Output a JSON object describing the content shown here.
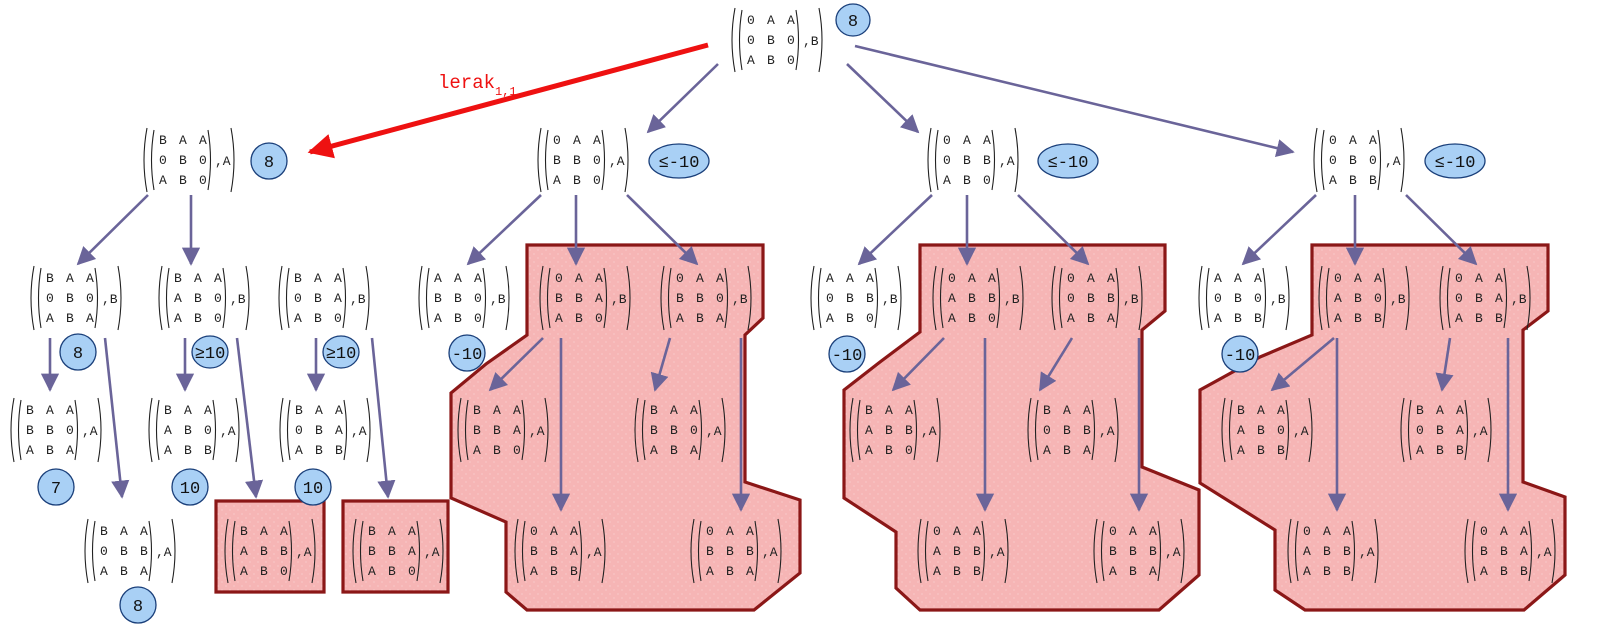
{
  "colors": {
    "edge": "#6a6499",
    "highlight_edge": "#ee1111",
    "badge_fill": "#a9d0f5",
    "badge_stroke": "#1a3f7a",
    "pruned_fill": "#f6b5b5",
    "pruned_stroke": "#8b1717",
    "text": "#222222"
  },
  "move_label": {
    "base": "lerak",
    "sub": "1,1"
  },
  "nodes": [
    {
      "id": "root",
      "grid": [
        [
          "0",
          "A",
          "A"
        ],
        [
          "0",
          "B",
          "0"
        ],
        [
          "A",
          "B",
          "0"
        ]
      ],
      "turn": "B",
      "value": "8"
    },
    {
      "id": "l1a",
      "grid": [
        [
          "B",
          "A",
          "A"
        ],
        [
          "0",
          "B",
          "0"
        ],
        [
          "A",
          "B",
          "0"
        ]
      ],
      "turn": "A",
      "value": "8"
    },
    {
      "id": "l1b",
      "grid": [
        [
          "0",
          "A",
          "A"
        ],
        [
          "B",
          "B",
          "0"
        ],
        [
          "A",
          "B",
          "0"
        ]
      ],
      "turn": "A",
      "value": "≤-10"
    },
    {
      "id": "l1c",
      "grid": [
        [
          "0",
          "A",
          "A"
        ],
        [
          "0",
          "B",
          "B"
        ],
        [
          "A",
          "B",
          "0"
        ]
      ],
      "turn": "A",
      "value": "≤-10"
    },
    {
      "id": "l1d",
      "grid": [
        [
          "0",
          "A",
          "A"
        ],
        [
          "0",
          "B",
          "0"
        ],
        [
          "A",
          "B",
          "B"
        ]
      ],
      "turn": "A",
      "value": "≤-10"
    },
    {
      "id": "l2a1",
      "grid": [
        [
          "B",
          "A",
          "A"
        ],
        [
          "0",
          "B",
          "0"
        ],
        [
          "A",
          "B",
          "A"
        ]
      ],
      "turn": "B",
      "value": "8"
    },
    {
      "id": "l2a2",
      "grid": [
        [
          "B",
          "A",
          "A"
        ],
        [
          "A",
          "B",
          "0"
        ],
        [
          "A",
          "B",
          "0"
        ]
      ],
      "turn": "B",
      "value": "≥10"
    },
    {
      "id": "l2a3",
      "grid": [
        [
          "B",
          "A",
          "A"
        ],
        [
          "0",
          "B",
          "A"
        ],
        [
          "A",
          "B",
          "0"
        ]
      ],
      "turn": "B",
      "value": "≥10"
    },
    {
      "id": "l2b1",
      "grid": [
        [
          "A",
          "A",
          "A"
        ],
        [
          "B",
          "B",
          "0"
        ],
        [
          "A",
          "B",
          "0"
        ]
      ],
      "turn": "B",
      "value": "-10"
    },
    {
      "id": "l2b2",
      "grid": [
        [
          "0",
          "A",
          "A"
        ],
        [
          "B",
          "B",
          "A"
        ],
        [
          "A",
          "B",
          "0"
        ]
      ],
      "turn": "B",
      "value": ""
    },
    {
      "id": "l2b3",
      "grid": [
        [
          "0",
          "A",
          "A"
        ],
        [
          "B",
          "B",
          "0"
        ],
        [
          "A",
          "B",
          "A"
        ]
      ],
      "turn": "B",
      "value": ""
    },
    {
      "id": "l2c1",
      "grid": [
        [
          "A",
          "A",
          "A"
        ],
        [
          "0",
          "B",
          "B"
        ],
        [
          "A",
          "B",
          "0"
        ]
      ],
      "turn": "B",
      "value": "-10"
    },
    {
      "id": "l2c2",
      "grid": [
        [
          "0",
          "A",
          "A"
        ],
        [
          "A",
          "B",
          "B"
        ],
        [
          "A",
          "B",
          "0"
        ]
      ],
      "turn": "B",
      "value": ""
    },
    {
      "id": "l2c3",
      "grid": [
        [
          "0",
          "A",
          "A"
        ],
        [
          "0",
          "B",
          "B"
        ],
        [
          "A",
          "B",
          "A"
        ]
      ],
      "turn": "B",
      "value": ""
    },
    {
      "id": "l2d1",
      "grid": [
        [
          "A",
          "A",
          "A"
        ],
        [
          "0",
          "B",
          "0"
        ],
        [
          "A",
          "B",
          "B"
        ]
      ],
      "turn": "B",
      "value": "-10"
    },
    {
      "id": "l2d2",
      "grid": [
        [
          "0",
          "A",
          "A"
        ],
        [
          "A",
          "B",
          "0"
        ],
        [
          "A",
          "B",
          "B"
        ]
      ],
      "turn": "B",
      "value": ""
    },
    {
      "id": "l2d3",
      "grid": [
        [
          "0",
          "A",
          "A"
        ],
        [
          "0",
          "B",
          "A"
        ],
        [
          "A",
          "B",
          "B"
        ]
      ],
      "turn": "B",
      "value": ""
    },
    {
      "id": "l3a",
      "grid": [
        [
          "B",
          "A",
          "A"
        ],
        [
          "B",
          "B",
          "0"
        ],
        [
          "A",
          "B",
          "A"
        ]
      ],
      "turn": "A",
      "value": "7"
    },
    {
      "id": "l3b",
      "grid": [
        [
          "B",
          "A",
          "A"
        ],
        [
          "A",
          "B",
          "0"
        ],
        [
          "A",
          "B",
          "B"
        ]
      ],
      "turn": "A",
      "value": "10"
    },
    {
      "id": "l3c",
      "grid": [
        [
          "B",
          "A",
          "A"
        ],
        [
          "0",
          "B",
          "A"
        ],
        [
          "A",
          "B",
          "B"
        ]
      ],
      "turn": "A",
      "value": "10"
    },
    {
      "id": "l3d",
      "grid": [
        [
          "B",
          "A",
          "A"
        ],
        [
          "B",
          "B",
          "A"
        ],
        [
          "A",
          "B",
          "0"
        ]
      ],
      "turn": "A",
      "value": ""
    },
    {
      "id": "l3e",
      "grid": [
        [
          "B",
          "A",
          "A"
        ],
        [
          "B",
          "B",
          "0"
        ],
        [
          "A",
          "B",
          "A"
        ]
      ],
      "turn": "A",
      "value": ""
    },
    {
      "id": "l3f",
      "grid": [
        [
          "B",
          "A",
          "A"
        ],
        [
          "A",
          "B",
          "B"
        ],
        [
          "A",
          "B",
          "0"
        ]
      ],
      "turn": "A",
      "value": ""
    },
    {
      "id": "l3g",
      "grid": [
        [
          "B",
          "A",
          "A"
        ],
        [
          "0",
          "B",
          "B"
        ],
        [
          "A",
          "B",
          "A"
        ]
      ],
      "turn": "A",
      "value": ""
    },
    {
      "id": "l3h",
      "grid": [
        [
          "B",
          "A",
          "A"
        ],
        [
          "A",
          "B",
          "0"
        ],
        [
          "A",
          "B",
          "B"
        ]
      ],
      "turn": "A",
      "value": ""
    },
    {
      "id": "l3i",
      "grid": [
        [
          "B",
          "A",
          "A"
        ],
        [
          "0",
          "B",
          "A"
        ],
        [
          "A",
          "B",
          "B"
        ]
      ],
      "turn": "A",
      "value": ""
    },
    {
      "id": "l4a",
      "grid": [
        [
          "B",
          "A",
          "A"
        ],
        [
          "0",
          "B",
          "B"
        ],
        [
          "A",
          "B",
          "A"
        ]
      ],
      "turn": "A",
      "value": "8"
    },
    {
      "id": "l4b",
      "grid": [
        [
          "B",
          "A",
          "A"
        ],
        [
          "A",
          "B",
          "B"
        ],
        [
          "A",
          "B",
          "0"
        ]
      ],
      "turn": "A",
      "value": ""
    },
    {
      "id": "l4c",
      "grid": [
        [
          "B",
          "A",
          "A"
        ],
        [
          "B",
          "B",
          "A"
        ],
        [
          "A",
          "B",
          "0"
        ]
      ],
      "turn": "A",
      "value": ""
    },
    {
      "id": "l4d",
      "grid": [
        [
          "0",
          "A",
          "A"
        ],
        [
          "B",
          "B",
          "A"
        ],
        [
          "A",
          "B",
          "B"
        ]
      ],
      "turn": "A",
      "value": ""
    },
    {
      "id": "l4e",
      "grid": [
        [
          "0",
          "A",
          "A"
        ],
        [
          "B",
          "B",
          "B"
        ],
        [
          "A",
          "B",
          "A"
        ]
      ],
      "turn": "A",
      "value": ""
    },
    {
      "id": "l4f",
      "grid": [
        [
          "0",
          "A",
          "A"
        ],
        [
          "A",
          "B",
          "B"
        ],
        [
          "A",
          "B",
          "B"
        ]
      ],
      "turn": "A",
      "value": ""
    },
    {
      "id": "l4g",
      "grid": [
        [
          "0",
          "A",
          "A"
        ],
        [
          "B",
          "B",
          "B"
        ],
        [
          "A",
          "B",
          "A"
        ]
      ],
      "turn": "A",
      "value": ""
    },
    {
      "id": "l4h",
      "grid": [
        [
          "0",
          "A",
          "A"
        ],
        [
          "A",
          "B",
          "B"
        ],
        [
          "A",
          "B",
          "B"
        ]
      ],
      "turn": "A",
      "value": ""
    },
    {
      "id": "l4i",
      "grid": [
        [
          "0",
          "A",
          "A"
        ],
        [
          "B",
          "B",
          "A"
        ],
        [
          "A",
          "B",
          "B"
        ]
      ],
      "turn": "A",
      "value": ""
    }
  ]
}
